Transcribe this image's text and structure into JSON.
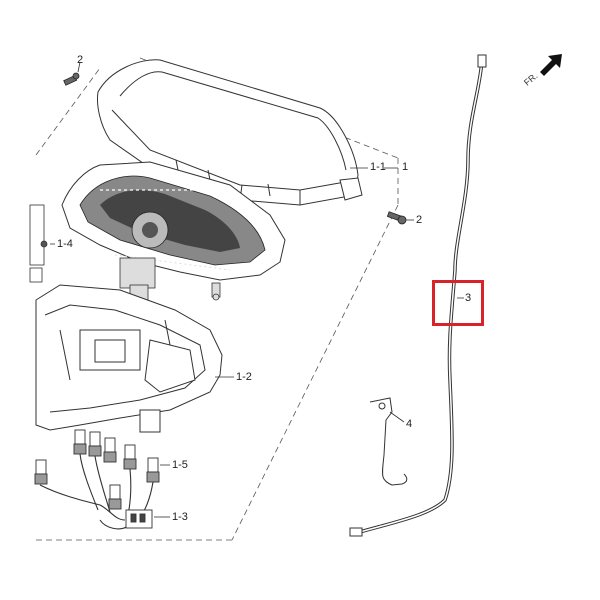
{
  "direction_label": "FR.",
  "callouts": {
    "c_1": "1",
    "c_1_1": "1-1",
    "c_1_2": "1-2",
    "c_1_3": "1-3",
    "c_1_4": "1-4",
    "c_1_5": "1-5",
    "c_2_top": "2",
    "c_2_right": "2",
    "c_3": "3",
    "c_4": "4"
  },
  "highlight": {
    "target": "3",
    "color": "#d9232a"
  }
}
